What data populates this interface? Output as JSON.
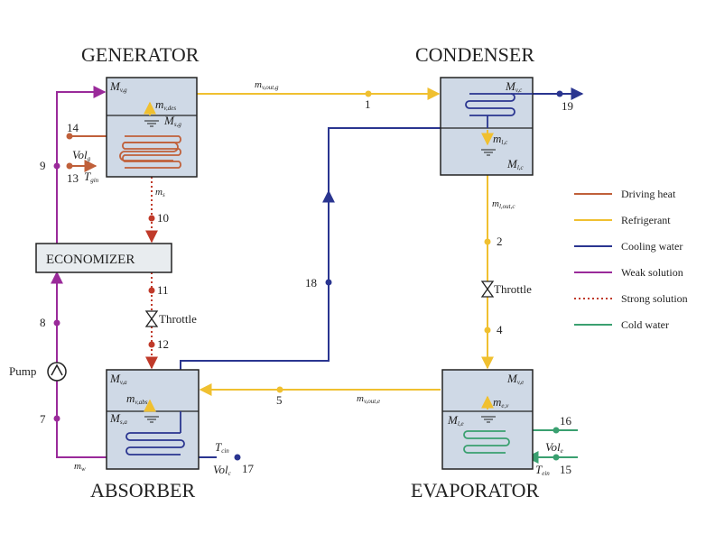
{
  "components": {
    "generator": "GENERATOR",
    "condenser": "CONDENSER",
    "absorber": "ABSORBER",
    "evaporator": "EVAPORATOR",
    "economizer": "ECONOMIZER",
    "throttle": "Throttle",
    "pump": "Pump"
  },
  "box_labels": {
    "gen_mv": "M",
    "gen_mv_sub": "v,g",
    "gen_mvdes": "m",
    "gen_mvdes_sub": "v,des",
    "gen_ms": "M",
    "gen_ms_sub": "s,g",
    "gen_vol": "Vol",
    "gen_vol_sub": "g",
    "gen_t": "T",
    "gen_t_sub": "gin",
    "con_mv": "M",
    "con_mv_sub": "v,c",
    "con_ml": "m",
    "con_ml_sub": "l,c",
    "con_Ml": "M",
    "con_Ml_sub": "l,c",
    "abs_mv": "M",
    "abs_mv_sub": "v,a",
    "abs_mvabs": "m",
    "abs_mvabs_sub": "v,abs",
    "abs_ms": "M",
    "abs_ms_sub": "s,a",
    "abs_t": "T",
    "abs_t_sub": "cin",
    "abs_vol": "Vol",
    "abs_vol_sub": "c",
    "eva_mv": "M",
    "eva_mv_sub": "v,e",
    "eva_me": "m",
    "eva_me_sub": "e,v",
    "eva_Ml": "M",
    "eva_Ml_sub": "l,e",
    "eva_vol": "Vol",
    "eva_vol_sub": "e",
    "eva_t": "T",
    "eva_t_sub": "ein"
  },
  "flow_labels": {
    "mv_out_g": "m",
    "mv_out_g_sub": "v,out,g",
    "ml_out_c": "m",
    "ml_out_c_sub": "l,out,c",
    "mv_out_e": "m",
    "mv_out_e_sub": "v,out,e",
    "ms": "m",
    "ms_sub": "s",
    "mw": "m",
    "mw_sub": "w"
  },
  "state_points": [
    "1",
    "2",
    "4",
    "5",
    "7",
    "8",
    "9",
    "10",
    "11",
    "12",
    "13",
    "14",
    "15",
    "16",
    "17",
    "18",
    "19"
  ],
  "legend": [
    {
      "label": "Driving heat",
      "color": "#c0603a",
      "style": "solid"
    },
    {
      "label": "Refrigerant",
      "color": "#f0c030",
      "style": "solid"
    },
    {
      "label": "Cooling water",
      "color": "#2a3590",
      "style": "solid"
    },
    {
      "label": "Weak solution",
      "color": "#9a2a9a",
      "style": "solid"
    },
    {
      "label": "Strong solution",
      "color": "#c03a2a",
      "style": "dotted"
    },
    {
      "label": "Cold water",
      "color": "#3aa070",
      "style": "solid"
    }
  ]
}
